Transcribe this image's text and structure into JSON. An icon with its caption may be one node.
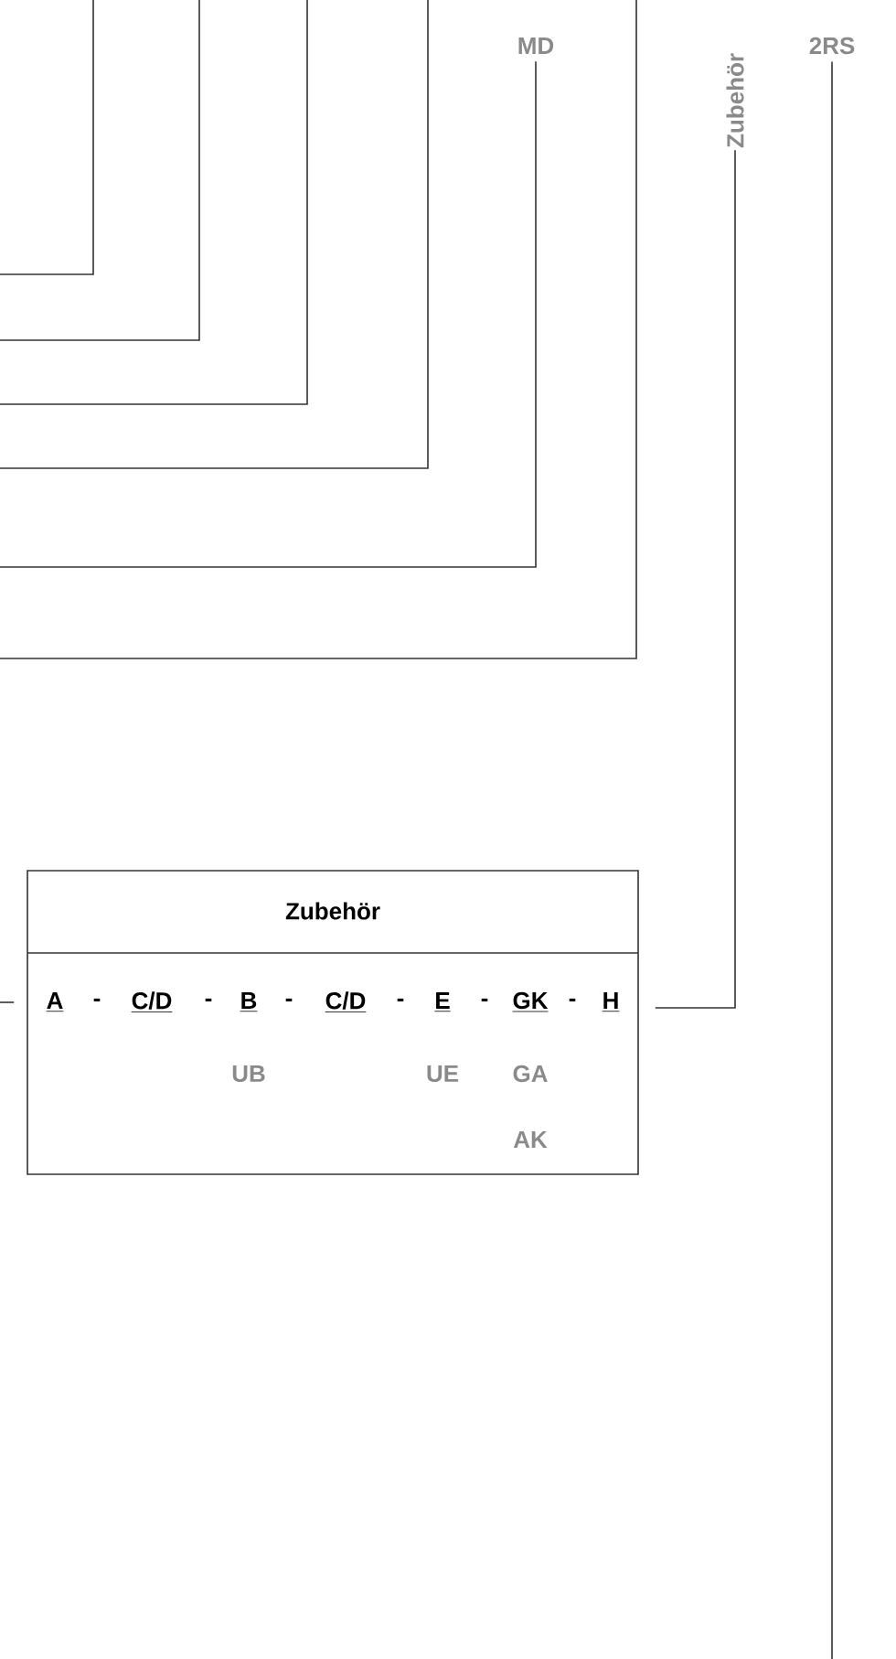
{
  "diagram": {
    "nodes": [
      {
        "text": [
          "MD"
        ]
      },
      {
        "text": [
          "Zubehör"
        ]
      },
      {
        "text": [
          "2RS"
        ]
      },
      {
        "text": [
          "Zubehör",
          "A",
          "-",
          "C/D",
          "-",
          "B",
          "-",
          "C/D",
          "-",
          "E",
          "-",
          "GK",
          "-",
          "H",
          "UB",
          "UE",
          "GA",
          "AK"
        ]
      }
    ],
    "edges": [
      {
        "from": 0,
        "to": null,
        "arrow": "none"
      },
      {
        "from": 1,
        "to": 3,
        "arrow": "none"
      },
      {
        "from": 2,
        "to": null,
        "arrow": "none"
      },
      {
        "from": null,
        "to": 3,
        "arrow": "none"
      }
    ]
  }
}
